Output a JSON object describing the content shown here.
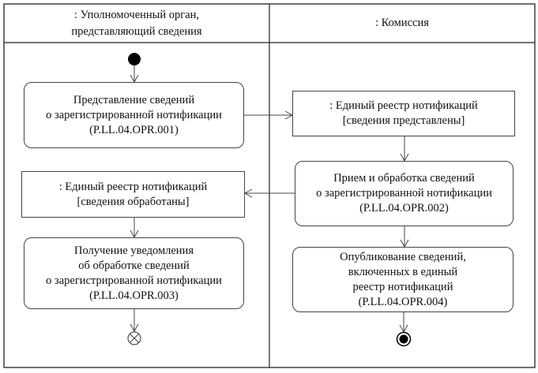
{
  "swimlanes": [
    {
      "title_lines": [
        ": Уполномоченный орган,",
        "представляющий сведения"
      ]
    },
    {
      "title_lines": [
        ": Комиссия"
      ]
    }
  ],
  "nodes": {
    "action1": {
      "lines": [
        "Представление сведений",
        "о зарегистрированной нотификации",
        "(P.LL.04.OPR.001)"
      ]
    },
    "object1": {
      "lines": [
        ": Единый реестр нотификаций",
        "[сведения представлены]"
      ]
    },
    "action2": {
      "lines": [
        "Прием и обработка сведений",
        "о зарегистрированной нотификации",
        "(P.LL.04.OPR.002)"
      ]
    },
    "object2": {
      "lines": [
        ": Единый реестр нотификаций",
        "[сведения обработаны]"
      ]
    },
    "action3": {
      "lines": [
        "Получение уведомления",
        "об обработке сведений",
        "о зарегистрированной нотификации",
        "(P.LL.04.OPR.003)"
      ]
    },
    "action4": {
      "lines": [
        "Опубликование сведений,",
        "включенных в единый",
        "реестр нотификаций",
        "(P.LL.04.OPR.004)"
      ]
    }
  }
}
